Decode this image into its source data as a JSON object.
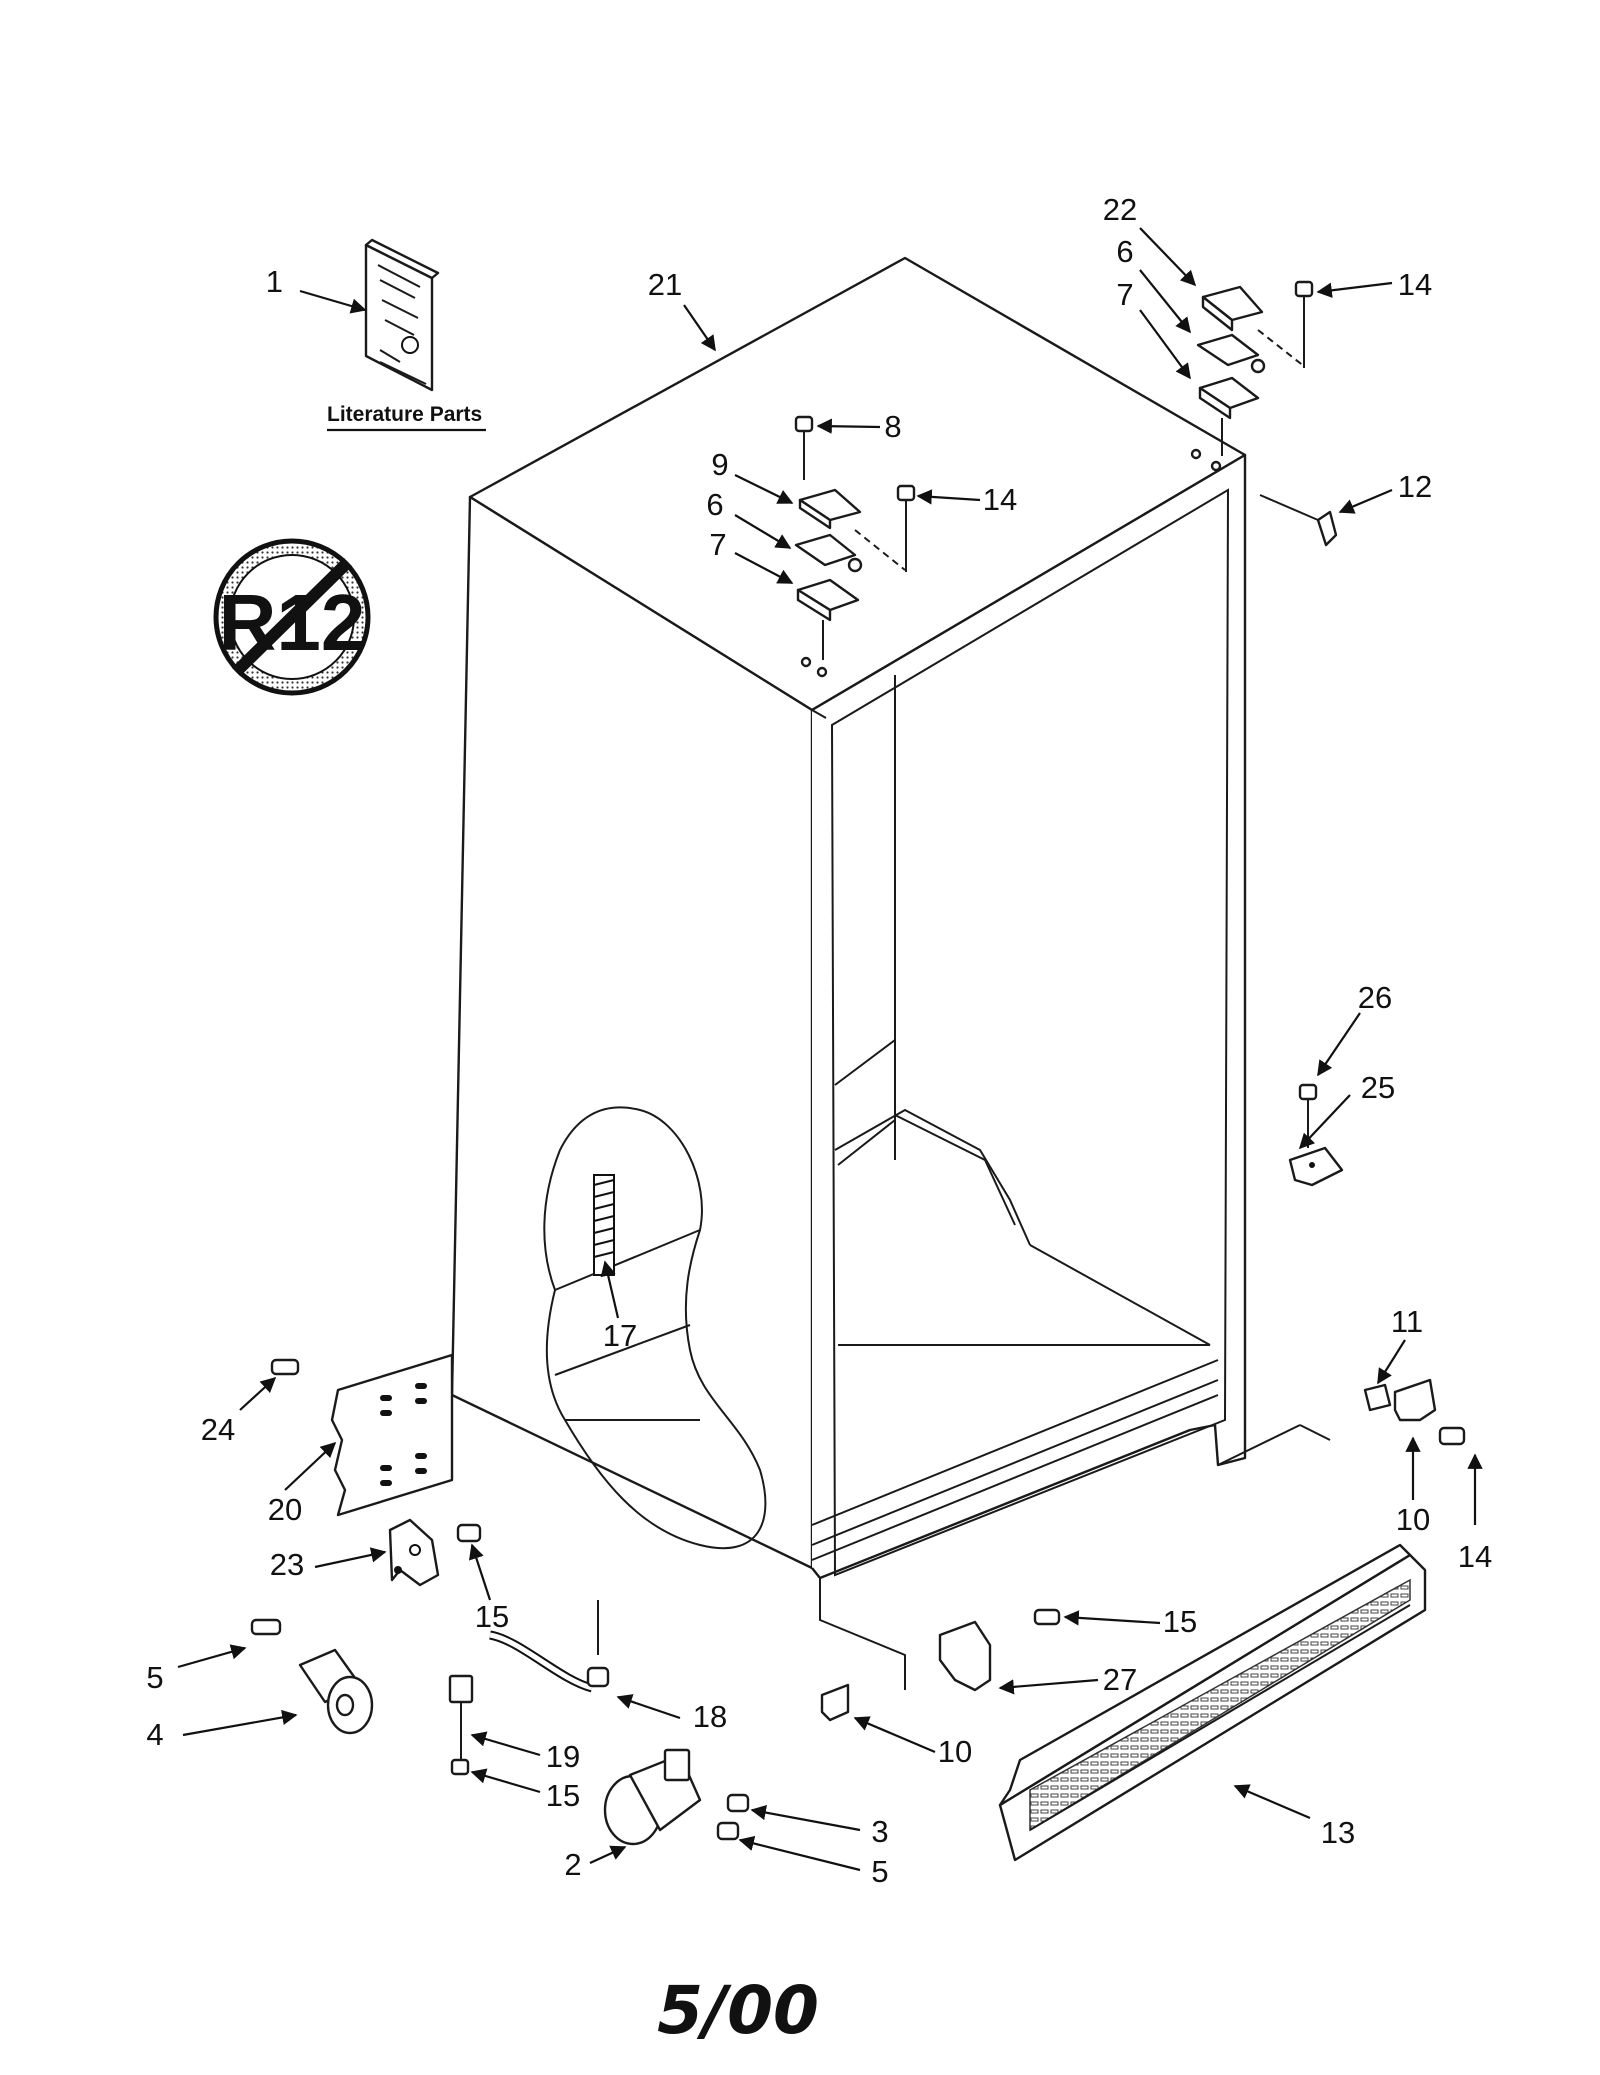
{
  "literature": {
    "label": "Literature Parts"
  },
  "badge": {
    "text": "R12"
  },
  "date_stamp": "5/00",
  "callouts": [
    {
      "id": "1",
      "text": "1"
    },
    {
      "id": "21",
      "text": "21"
    },
    {
      "id": "22",
      "text": "22"
    },
    {
      "id": "6a",
      "text": "6"
    },
    {
      "id": "7a",
      "text": "7"
    },
    {
      "id": "14a",
      "text": "14"
    },
    {
      "id": "8",
      "text": "8"
    },
    {
      "id": "9",
      "text": "9"
    },
    {
      "id": "14b",
      "text": "14"
    },
    {
      "id": "6b",
      "text": "6"
    },
    {
      "id": "7b",
      "text": "7"
    },
    {
      "id": "12",
      "text": "12"
    },
    {
      "id": "26",
      "text": "26"
    },
    {
      "id": "25",
      "text": "25"
    },
    {
      "id": "17",
      "text": "17"
    },
    {
      "id": "11",
      "text": "11"
    },
    {
      "id": "24",
      "text": "24"
    },
    {
      "id": "20",
      "text": "20"
    },
    {
      "id": "10a",
      "text": "10"
    },
    {
      "id": "14c",
      "text": "14"
    },
    {
      "id": "23",
      "text": "23"
    },
    {
      "id": "15a",
      "text": "15"
    },
    {
      "id": "15b",
      "text": "15"
    },
    {
      "id": "27",
      "text": "27"
    },
    {
      "id": "5a",
      "text": "5"
    },
    {
      "id": "18",
      "text": "18"
    },
    {
      "id": "4",
      "text": "4"
    },
    {
      "id": "10b",
      "text": "10"
    },
    {
      "id": "19",
      "text": "19"
    },
    {
      "id": "15c",
      "text": "15"
    },
    {
      "id": "13",
      "text": "13"
    },
    {
      "id": "3",
      "text": "3"
    },
    {
      "id": "2",
      "text": "2"
    },
    {
      "id": "5b",
      "text": "5"
    }
  ]
}
